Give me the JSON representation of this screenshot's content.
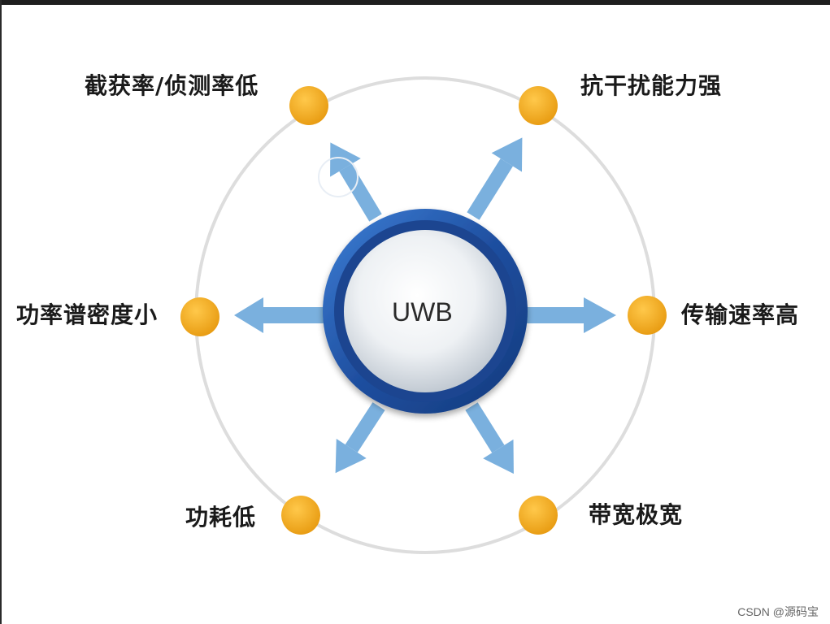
{
  "center": {
    "label": "UWB"
  },
  "features": {
    "top_left": "截获率/侦测率低",
    "top_right": "抗干扰能力强",
    "left": "功率谱密度小",
    "right": "传输速率高",
    "bottom_left": "功耗低",
    "bottom_right": "带宽极宽"
  },
  "watermark": {
    "text": "CSDN @源码宝"
  },
  "colors": {
    "dot": "#f0a81e",
    "arrow": "#7ab0de",
    "ring_outer": "#1f4fa0",
    "ring_inner": "#2f6fc7",
    "orbit": "#dcdcdc"
  }
}
